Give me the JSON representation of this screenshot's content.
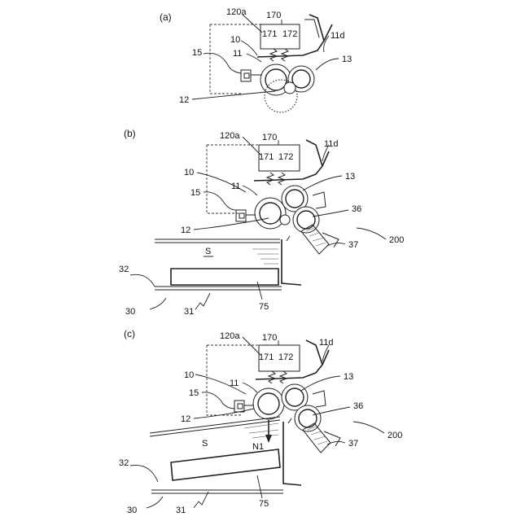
{
  "panels": [
    {
      "id": "a",
      "title": "(a)",
      "labels": {
        "l120a": "120a",
        "l170": "170",
        "l171": "171",
        "l172": "172",
        "l10": "10",
        "l11": "11",
        "l11d": "11d",
        "l15": "15",
        "l13": "13",
        "l12": "12"
      }
    },
    {
      "id": "b",
      "title": "(b)",
      "labels": {
        "l120a": "120a",
        "l170": "170",
        "l171": "171",
        "l172": "172",
        "l11d": "11d",
        "l10": "10",
        "l13": "13",
        "l11": "11",
        "l15": "15",
        "l36": "36",
        "l12": "12",
        "l200": "200",
        "l37": "37",
        "lS": "S",
        "l32": "32",
        "l30": "30",
        "l31": "31",
        "l75": "75"
      }
    },
    {
      "id": "c",
      "title": "(c)",
      "labels": {
        "l120a": "120a",
        "l170": "170",
        "l11d": "11d",
        "l171": "171",
        "l172": "172",
        "l10": "10",
        "l11": "11",
        "l13": "13",
        "l15": "15",
        "l36": "36",
        "l12": "12",
        "l200": "200",
        "lS": "S",
        "lN1": "N1",
        "l37": "37",
        "l32": "32",
        "l30": "30",
        "l31": "31",
        "l75": "75"
      }
    }
  ]
}
